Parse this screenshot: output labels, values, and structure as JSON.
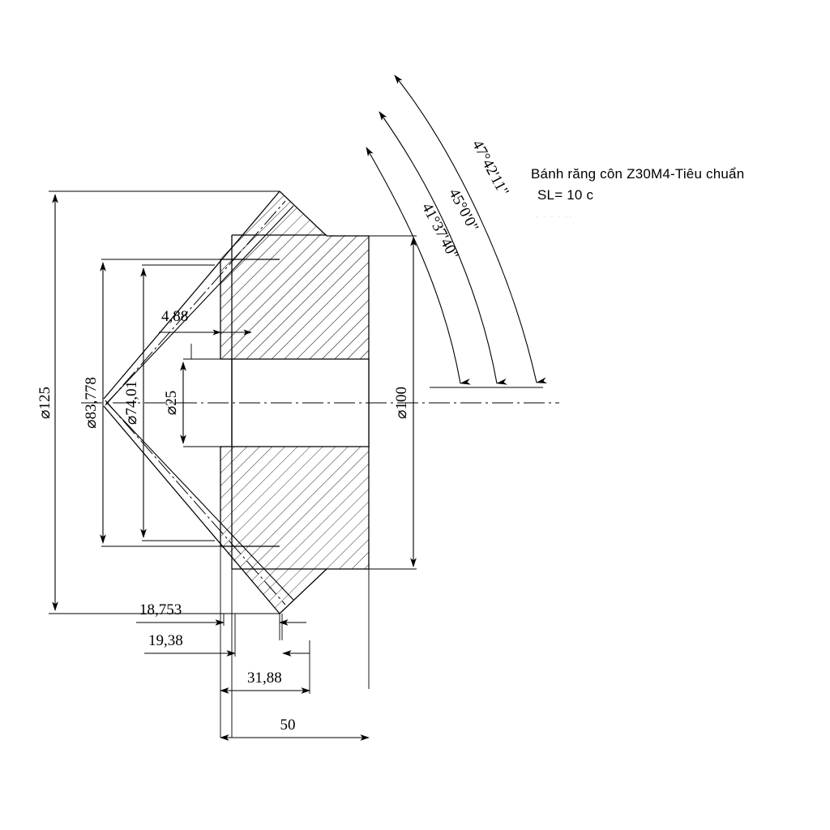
{
  "drawing": {
    "kind": "technical-engineering-drawing",
    "title_note": {
      "line_1": "Bánh răng côn Z30M4-Tiêu chuẩn",
      "line_2": "SL= 10 c"
    },
    "ink_color": "#000000",
    "background_color": "#ffffff",
    "hatch_color": "#3a3a3a",
    "linear_dimensions": {
      "diameter_outer": "⌀125",
      "diameter_pitch": "⌀83,778",
      "diameter_root": "⌀74,01",
      "diameter_bore": "⌀25",
      "diameter_hub": "⌀100",
      "face_width_small": "4,88",
      "length_a": "18,753",
      "length_b": "19,38",
      "length_c": "31,88",
      "length_total": "50"
    },
    "angular_dimensions": [
      {
        "label": "47°42'11\"",
        "name": "tip-cone-angle"
      },
      {
        "label": "45°0'0\"",
        "name": "pitch-cone-angle"
      },
      {
        "label": "41°37'40\"",
        "name": "root-cone-angle"
      }
    ],
    "ghost_artifact": "· ·   ·  ·    ·· "
  }
}
